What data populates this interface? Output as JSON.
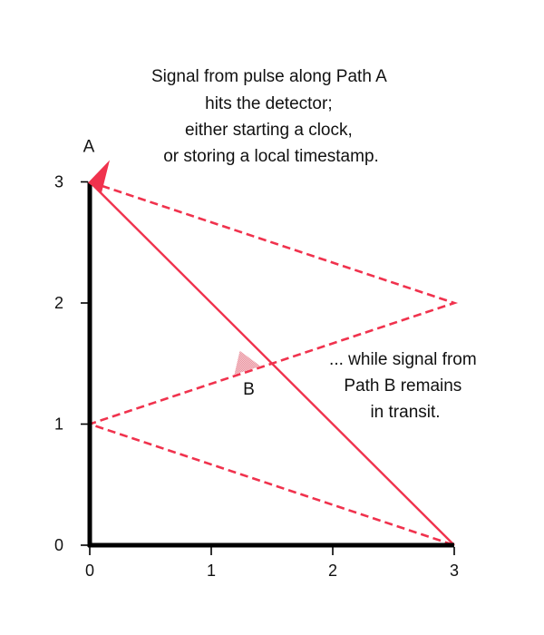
{
  "colors": {
    "path": "#f0324d",
    "marker_a": "#f0324d",
    "marker_b": "#e8939f",
    "axis": "#000000",
    "text": "#111111"
  },
  "axes": {
    "x_ticks": [
      "0",
      "1",
      "2",
      "3"
    ],
    "y_ticks": [
      "0",
      "1",
      "2",
      "3"
    ],
    "xlim": [
      0,
      3
    ],
    "ylim": [
      0,
      3
    ]
  },
  "annotations": {
    "top": [
      "Signal from pulse along Path A",
      "hits the detector;",
      "either starting a clock,",
      "or storing a local timestamp."
    ],
    "right": [
      "... while signal from",
      "Path B remains",
      "in transit."
    ]
  },
  "paths": {
    "a": {
      "label": "A",
      "style": "solid",
      "points": [
        [
          3,
          0
        ],
        [
          0,
          3
        ]
      ]
    },
    "b": {
      "label": "B",
      "style": "dashed",
      "points": [
        [
          0,
          3
        ],
        [
          3,
          2
        ],
        [
          0,
          1
        ],
        [
          3,
          0
        ]
      ]
    }
  },
  "markers": {
    "a": {
      "label": "A",
      "at": [
        0,
        3
      ],
      "icon": "triangle-arrow-icon"
    },
    "b": {
      "label": "B",
      "at": [
        1.25,
        1.5
      ],
      "icon": "triangle-arrow-icon"
    }
  }
}
